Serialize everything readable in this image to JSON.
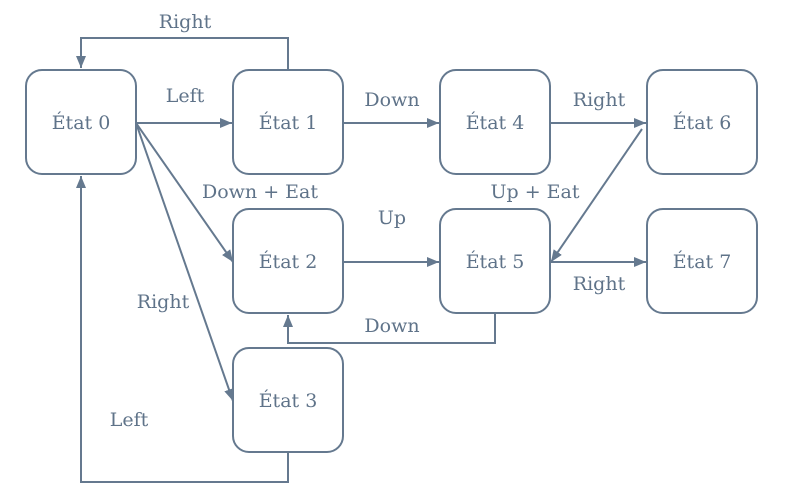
{
  "colors": {
    "stroke": "#65798f",
    "text": "#5f7389",
    "background": "#ffffff"
  },
  "states": [
    {
      "id": "s0",
      "label": "État 0"
    },
    {
      "id": "s1",
      "label": "État 1"
    },
    {
      "id": "s2",
      "label": "État 2"
    },
    {
      "id": "s3",
      "label": "État 3"
    },
    {
      "id": "s4",
      "label": "État 4"
    },
    {
      "id": "s5",
      "label": "État 5"
    },
    {
      "id": "s6",
      "label": "État 6"
    },
    {
      "id": "s7",
      "label": "État 7"
    }
  ],
  "transitions": [
    {
      "from": "État 1",
      "to": "État 0",
      "label": "Right"
    },
    {
      "from": "État 0",
      "to": "État 1",
      "label": "Left"
    },
    {
      "from": "État 1",
      "to": "État 4",
      "label": "Down"
    },
    {
      "from": "État 4",
      "to": "État 6",
      "label": "Right"
    },
    {
      "from": "État 0",
      "to": "État 2",
      "label": "Down + Eat"
    },
    {
      "from": "État 2",
      "to": "État 5",
      "label": "Up"
    },
    {
      "from": "État 6",
      "to": "État 5",
      "label": "Up + Eat"
    },
    {
      "from": "État 5",
      "to": "État 7",
      "label": "Right"
    },
    {
      "from": "État 5",
      "to": "État 2",
      "label": "Down"
    },
    {
      "from": "État 0",
      "to": "État 3",
      "label": "Right"
    },
    {
      "from": "État 3",
      "to": "État 0",
      "label": "Left"
    }
  ]
}
